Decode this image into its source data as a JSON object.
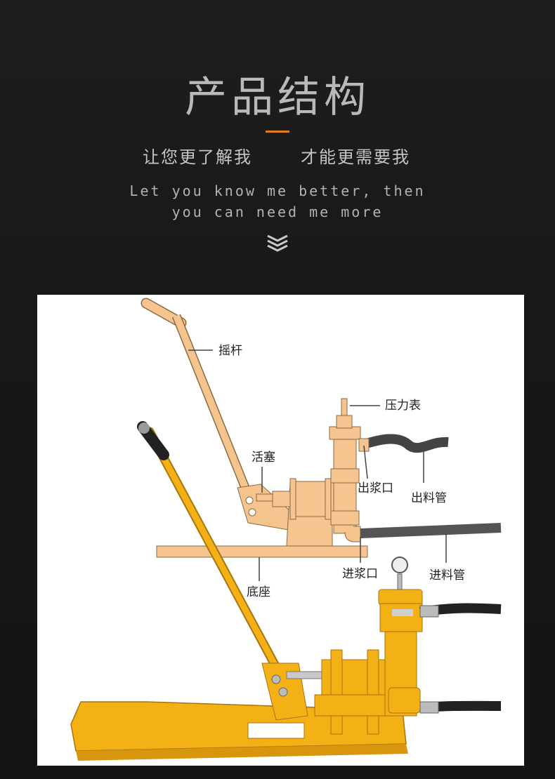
{
  "header": {
    "title": "产品结构",
    "subtitle_left": "让您更了解我",
    "subtitle_right": "才能更需要我",
    "english_line1": "Let you know me better, then",
    "english_line2": "you can need me more"
  },
  "diagram": {
    "labels": {
      "rocker": "摇杆",
      "pressure_gauge": "压力表",
      "piston": "活塞",
      "outlet": "出浆口",
      "outlet_pipe": "出料管",
      "inlet": "进浆口",
      "inlet_pipe": "进料管",
      "base": "底座"
    }
  },
  "colors": {
    "accent": "#e07c1c",
    "diagram_fill": "#f6c48e",
    "product_yellow": "#f3b116"
  }
}
